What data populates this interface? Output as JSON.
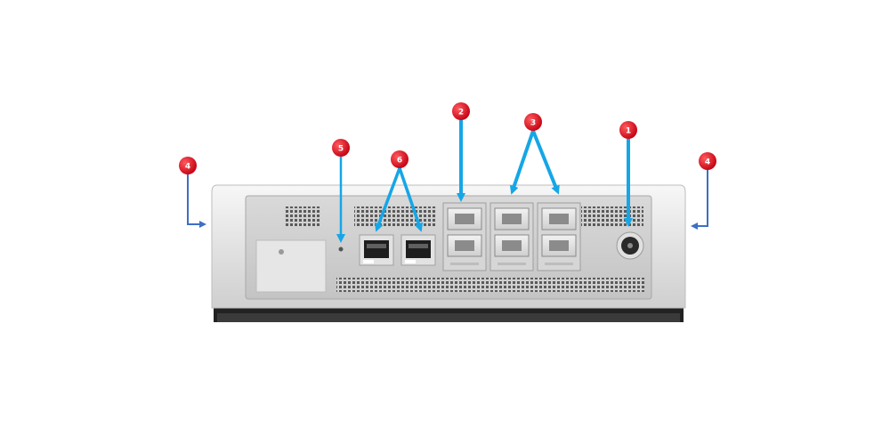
{
  "callouts": {
    "left_side": {
      "number": "4"
    },
    "right_side": {
      "number": "4"
    },
    "reset": {
      "number": "5"
    },
    "sfp_ports": {
      "number": "6"
    },
    "uplink_port": {
      "number": "2"
    },
    "lan_ports": {
      "number": "3"
    },
    "power_jack": {
      "number": "1"
    }
  },
  "colors": {
    "callout_dot": "#e8141c",
    "arrow_main": "#16a6e6",
    "arrow_side": "#3d6fc4",
    "chassis": "#e6e6e6",
    "panel": "#d2d2d2"
  }
}
